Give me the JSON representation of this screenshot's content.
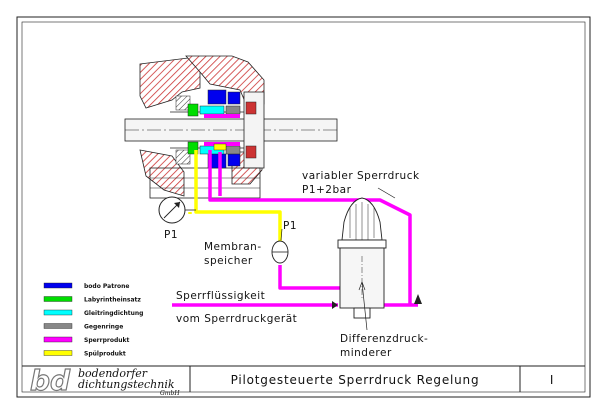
{
  "colors": {
    "pink_sperrprodukt": "#ff00ff",
    "yellow_spuelprodukt": "#ffff00",
    "blue_bodo_patrone": "#0000ee",
    "green_labyrintheinsatz": "#00dd00",
    "cyan_gleitringdichtung": "#00ffff",
    "gray_gegenringe": "#888888",
    "hatch_red": "#cc3333"
  },
  "legend": [
    {
      "label": "bodo Patrone",
      "color": "#0000ee"
    },
    {
      "label": "Labyrintheinsatz",
      "color": "#00dd00"
    },
    {
      "label": "Gleitringdichtung",
      "color": "#00ffff"
    },
    {
      "label": "Gegenringe",
      "color": "#888888"
    },
    {
      "label": "Sperrprodukt",
      "color": "#ff00ff"
    },
    {
      "label": "Spülprodukt",
      "color": "#ffff00"
    }
  ],
  "labels": {
    "variabler_line1": "variabler Sperrdruck",
    "variabler_line2": "P1+2bar",
    "p1_gauge": "P1",
    "p1_membran": "P1",
    "membran_line1": "Membran-",
    "membran_line2": "speicher",
    "sperrfluessigkeit_line1": "Sperrflüssigkeit",
    "sperrfluessigkeit_line2": "vom Sperrdruckgerät",
    "differenz_line1": "Differenzdruck-",
    "differenz_line2": "minderer"
  },
  "title_block": {
    "logo": "bd",
    "company_line1": "bodendorfer",
    "company_line2": "dichtungstechnik",
    "company_suffix": "GmbH",
    "title": "Pilotgesteuerte Sperrdruck Regelung",
    "sheet": "I"
  }
}
